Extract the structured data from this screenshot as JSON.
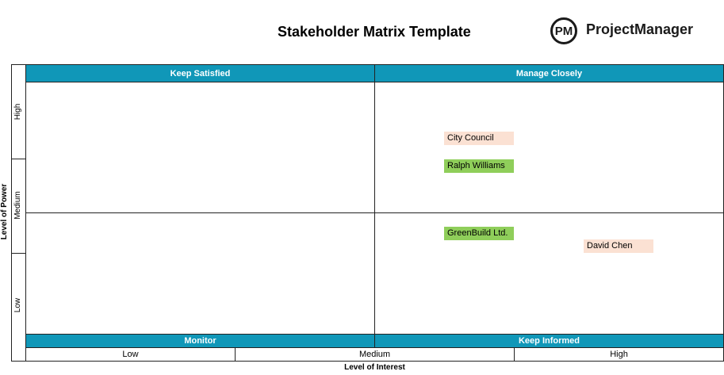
{
  "title": "Stakeholder Matrix Template",
  "brand": {
    "badge": "PM",
    "name": "ProjectManager"
  },
  "quadrants": {
    "top_left": "Keep Satisfied",
    "top_right": "Manage Closely",
    "bottom_left": "Monitor",
    "bottom_right": "Keep Informed"
  },
  "y_axis": {
    "title": "Level of Power",
    "ticks": [
      "High",
      "Medium",
      "Low"
    ]
  },
  "x_axis": {
    "title": "Level of Interest",
    "ticks": [
      "Low",
      "Medium",
      "High"
    ]
  },
  "stakeholders": [
    {
      "name": "City Council",
      "color": "#fbe1d3"
    },
    {
      "name": "Ralph Williams",
      "color": "#8fce5a"
    },
    {
      "name": "GreenBuild Ltd.",
      "color": "#8fce5a"
    },
    {
      "name": "David Chen",
      "color": "#fbe1d3"
    }
  ],
  "colors": {
    "header": "#1097b8"
  }
}
